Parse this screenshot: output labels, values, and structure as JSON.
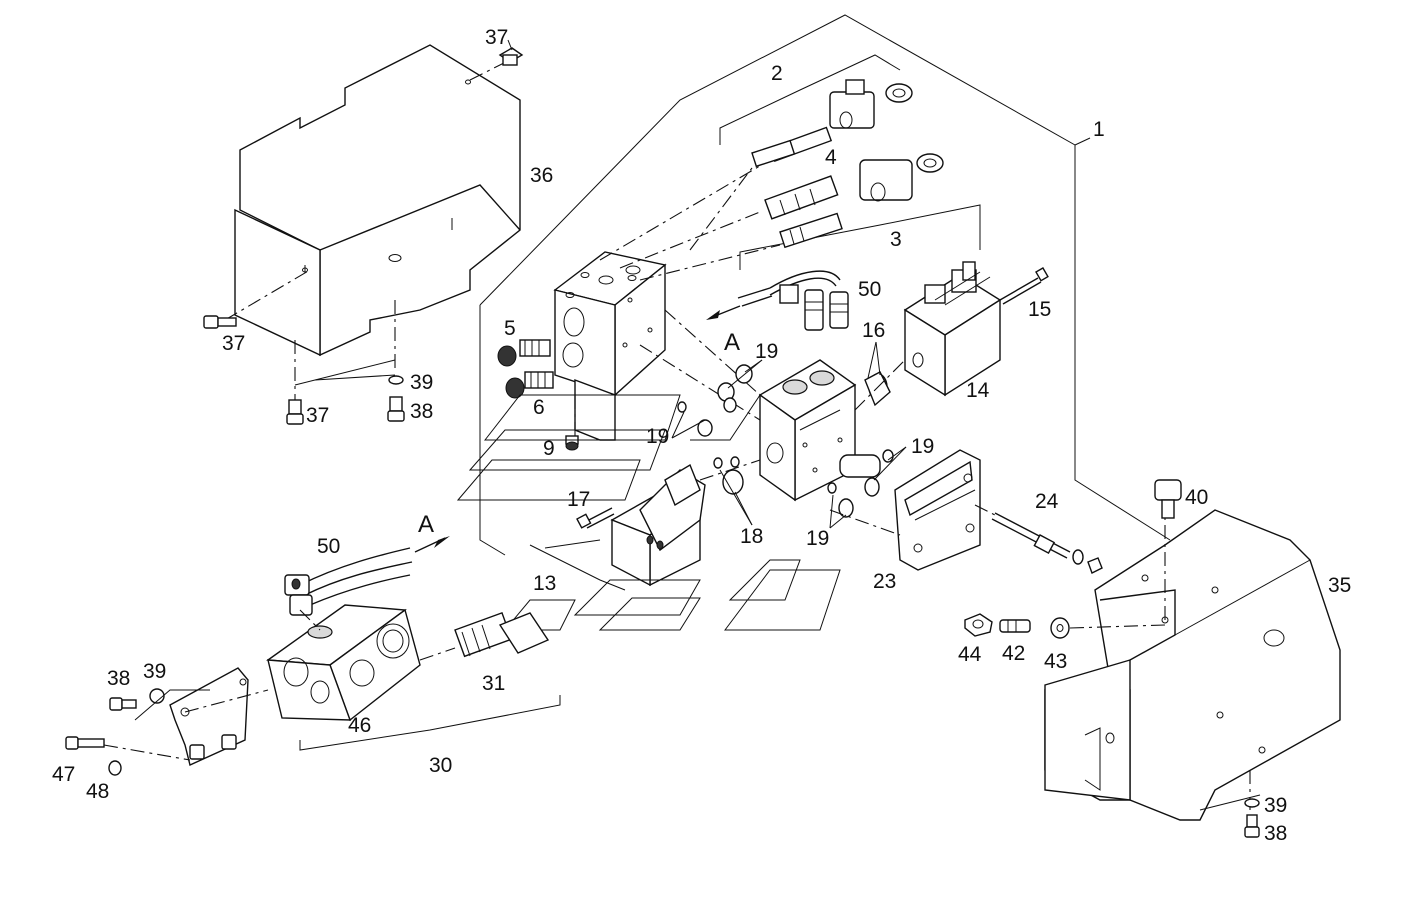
{
  "callouts": {
    "c1": "1",
    "c2": "2",
    "c3": "3",
    "c4": "4",
    "c5": "5",
    "c6": "6",
    "c9": "9",
    "c13": "13",
    "c14": "14",
    "c15": "15",
    "c16": "16",
    "c17": "17",
    "c18": "18",
    "c19a": "19",
    "c19b": "19",
    "c19c": "19",
    "c19d": "19",
    "c23": "23",
    "c24": "24",
    "c30": "30",
    "c31": "31",
    "c35": "35",
    "c36": "36",
    "c37a": "37",
    "c37b": "37",
    "c37c": "37",
    "c38a": "38",
    "c38b": "38",
    "c38c": "38",
    "c39a": "39",
    "c39b": "39",
    "c39c": "39",
    "c40": "40",
    "c42": "42",
    "c43": "43",
    "c44": "44",
    "c46": "46",
    "c47": "47",
    "c48": "48",
    "c50a": "50",
    "c50b": "50",
    "viewA1": "A",
    "viewA2": "A"
  }
}
